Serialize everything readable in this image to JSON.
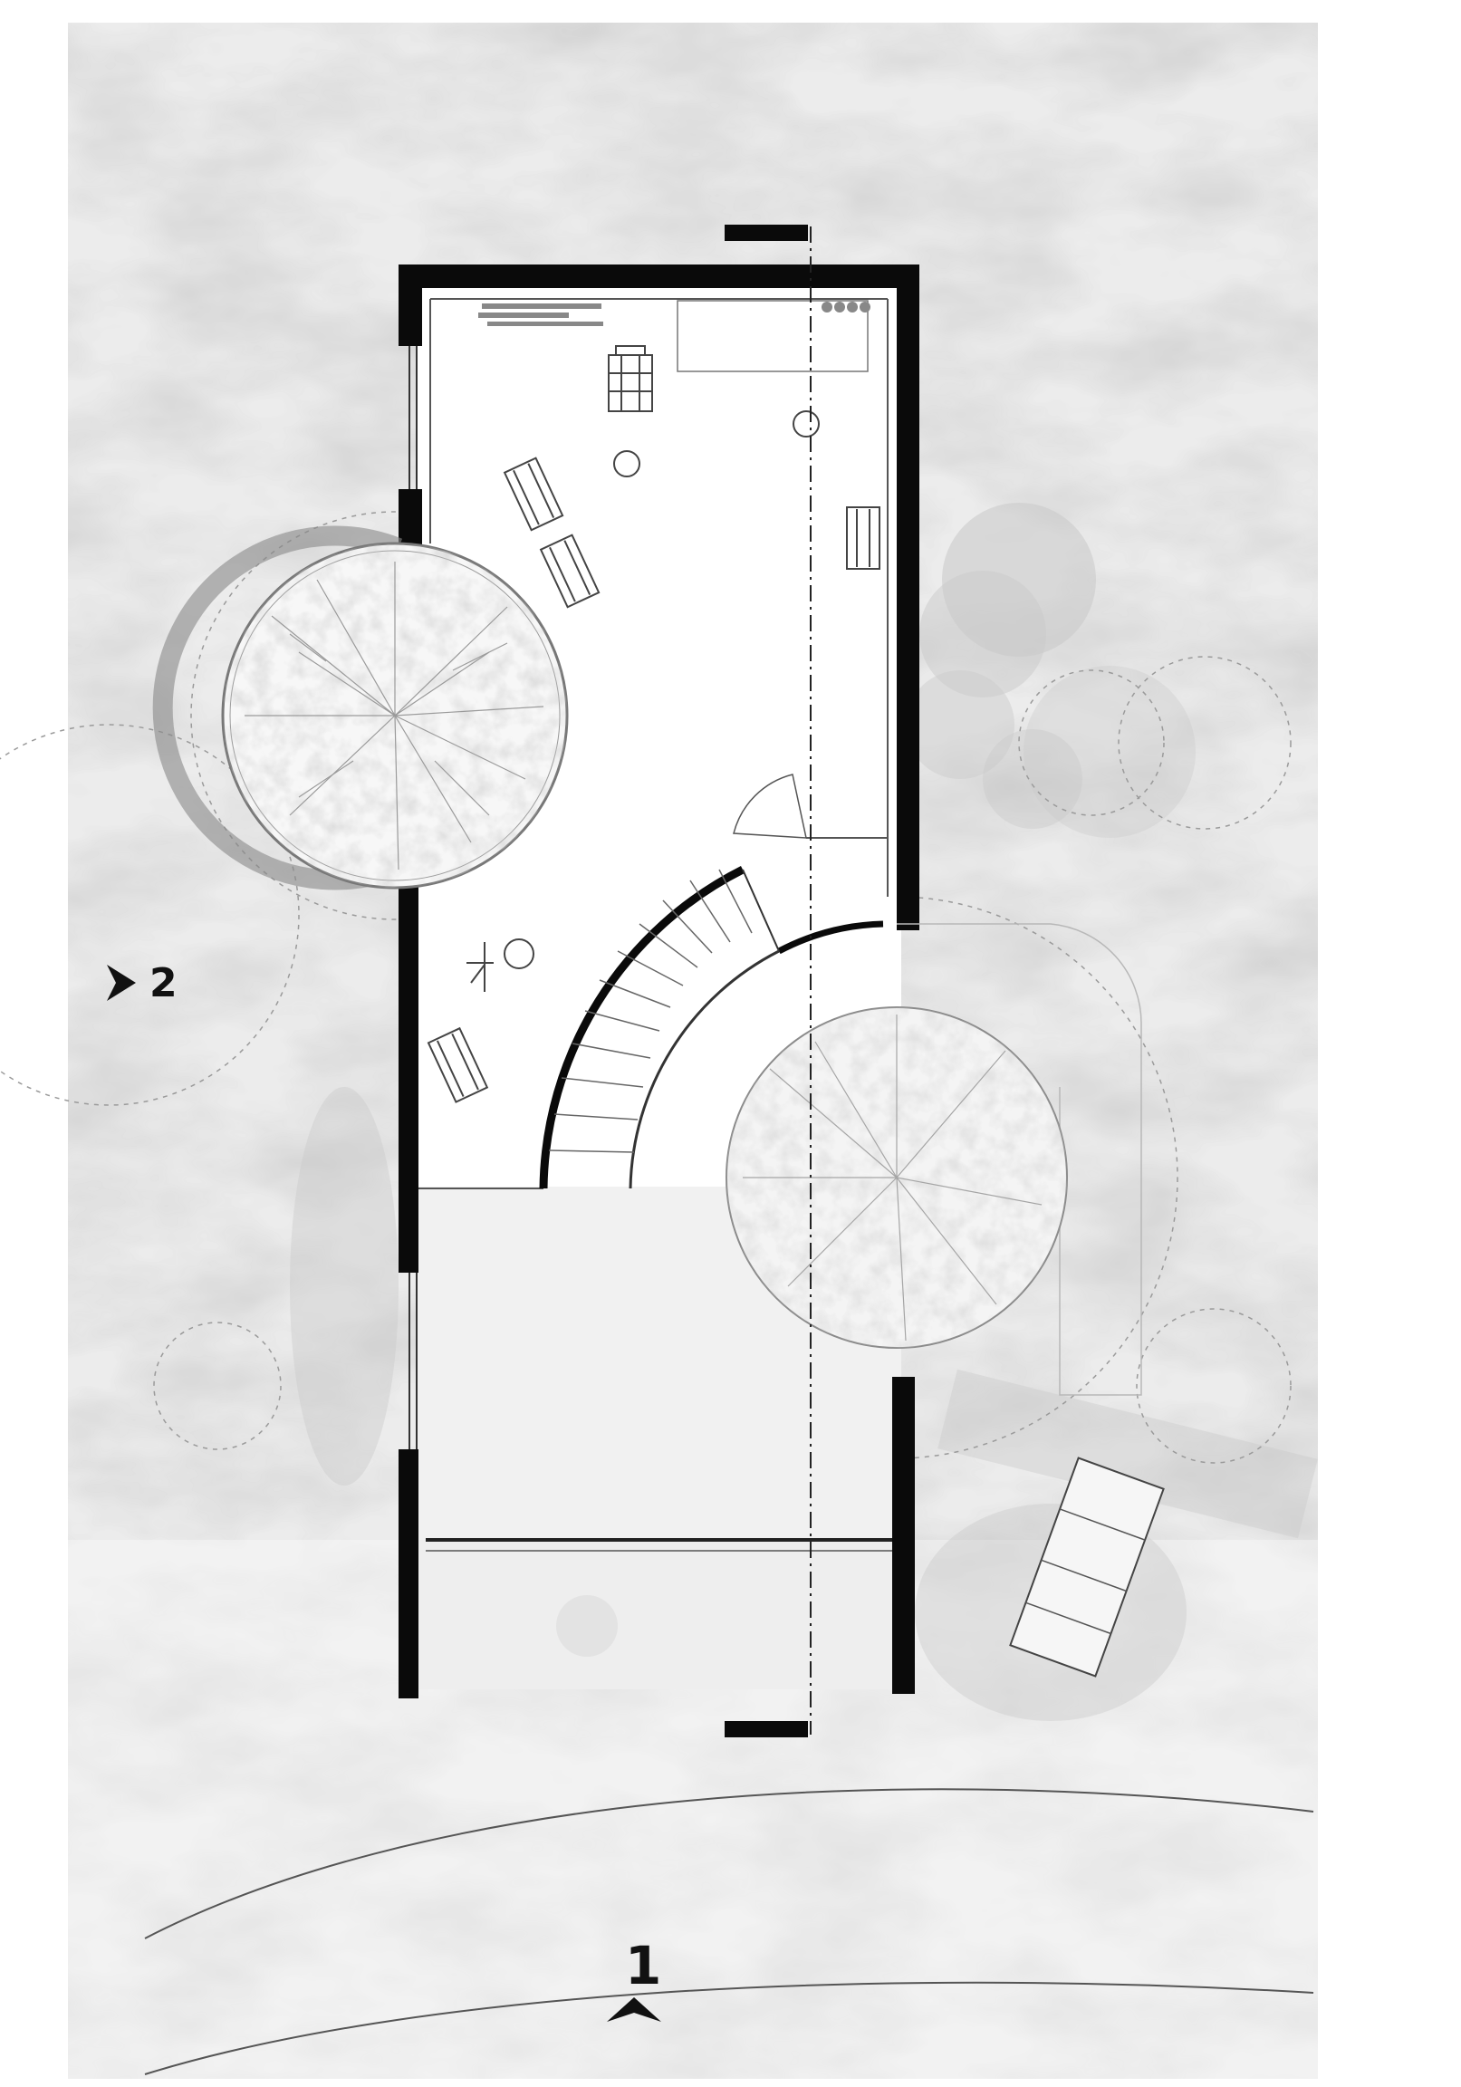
{
  "section_markers": [
    {
      "id": "1",
      "label": "1"
    },
    {
      "id": "2",
      "label": "2"
    }
  ],
  "colors": {
    "wall": "#0a0a0a",
    "terrain": "#ececec",
    "interior": "#ffffff",
    "courtyard": "#f1f1f1",
    "line": "#555555",
    "vegetation": "#c4c4c4"
  },
  "icons": [
    "tree-icon",
    "chair-icon",
    "stool-icon",
    "table-icon",
    "bench-icon",
    "section-arrow-icon"
  ]
}
